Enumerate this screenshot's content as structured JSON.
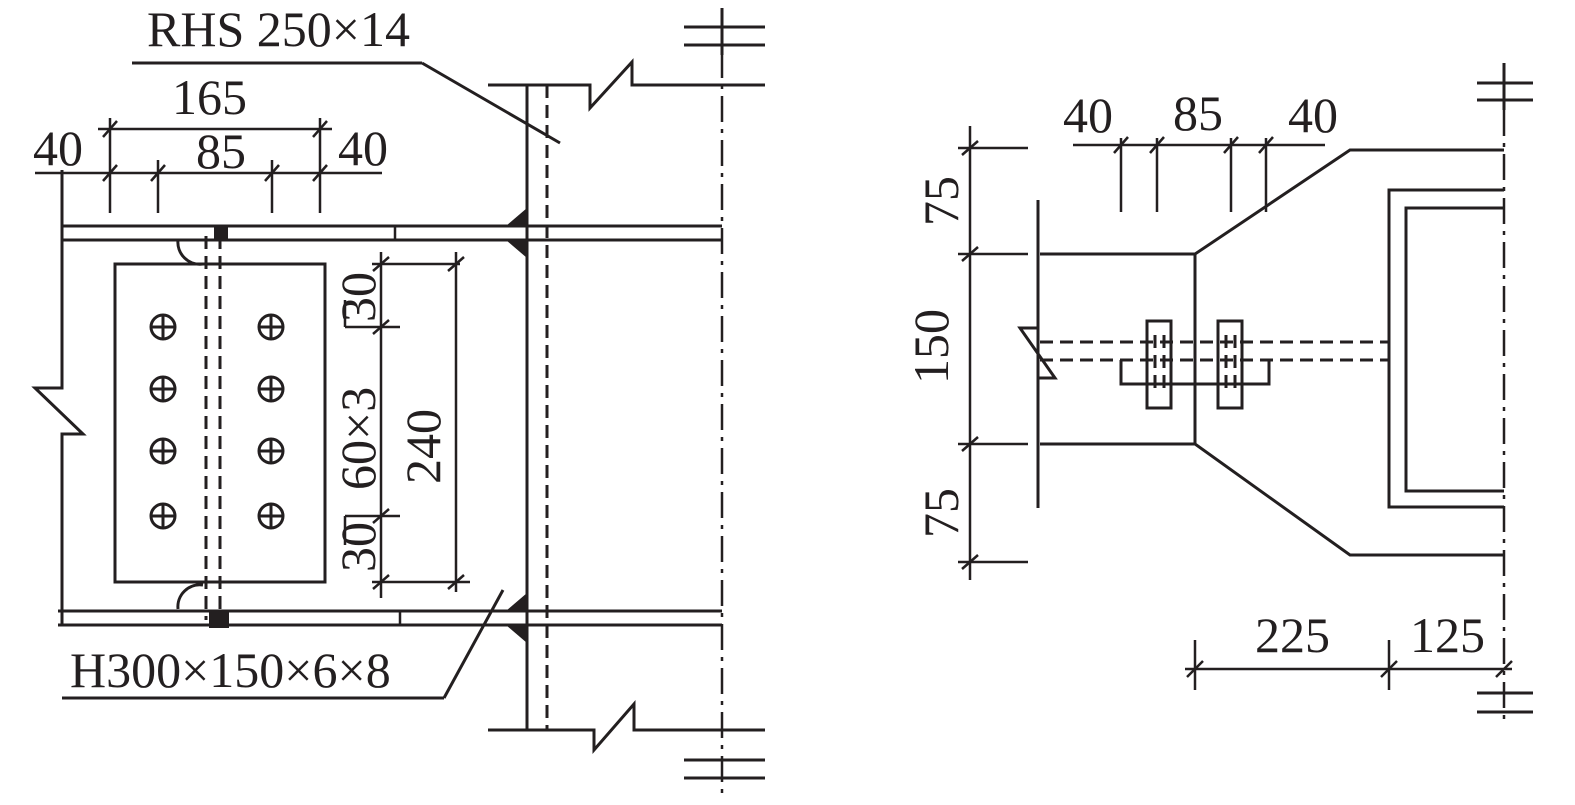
{
  "elevation": {
    "labels": {
      "rhs": "RHS 250×14",
      "h_section": "H300×150×6×8",
      "dim_165": "165",
      "dim_left_40": "40",
      "dim_85": "85",
      "dim_right_40": "40",
      "dim_30_top": "30",
      "dim_60x3": "60×3",
      "dim_30_bottom": "30",
      "dim_240": "240"
    },
    "bolt_rows": 4,
    "bolt_cols": 2
  },
  "section": {
    "labels": {
      "dim_40_left": "40",
      "dim_85": "85",
      "dim_40_right": "40",
      "dim_75_top": "75",
      "dim_150": "150",
      "dim_75_bottom": "75",
      "dim_225": "225",
      "dim_125": "125"
    }
  }
}
